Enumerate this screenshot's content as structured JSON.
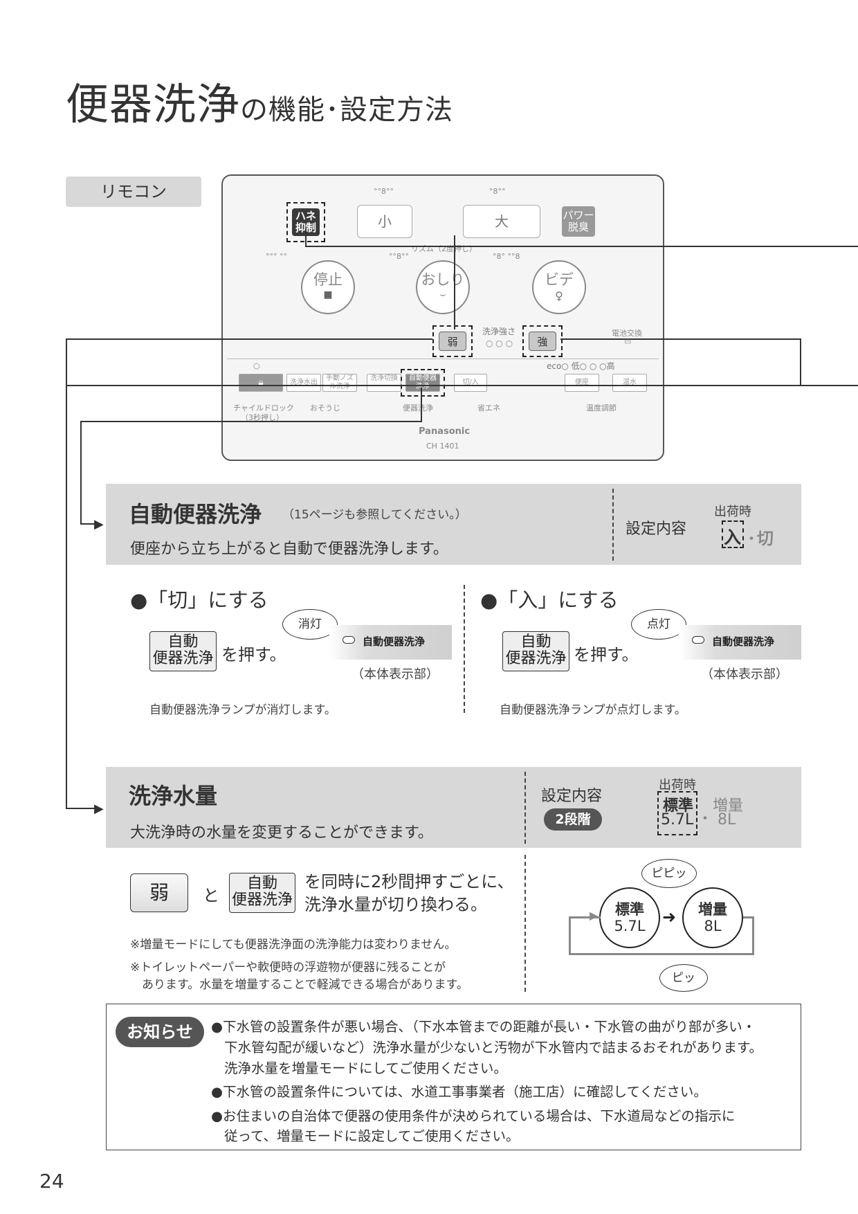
{
  "page": {
    "title_main": "便器洗浄",
    "title_sub": "の機能･設定方法",
    "page_number": "24"
  },
  "remote": {
    "tab_label": "リモコン",
    "btn_hane": "ハネ抑制",
    "btn_small": "小",
    "btn_large": "大",
    "btn_power": "パワー脱臭",
    "rhythm_label": "リズム（2度押し）",
    "btn_stop": "停止",
    "btn_oshiri": "おしり",
    "btn_bidet": "ビデ",
    "btn_weak": "弱",
    "strength_label": "洗浄強さ",
    "btn_strong": "強",
    "battery_label": "電池交換",
    "eco_label": "eco○ 低○ ○ ○高",
    "btn_clean_out": "洗浄水出",
    "btn_manual_nozzle": "手動ノズル洗浄",
    "btn_flush_switch": "洗浄切換",
    "btn_auto_flush": "自動便器洗浄",
    "btn_setsuden": "切/入",
    "btn_seat": "便座",
    "btn_water": "温水",
    "label_child_lock": "チャイルドロック",
    "label_child_lock_sub": "（3秒押し）",
    "label_cleaning": "おそうじ",
    "label_flush": "便器洗浄",
    "label_eco": "省エネ",
    "label_temp": "温度調節",
    "brand": "Panasonic",
    "model": "CH 1401"
  },
  "section1": {
    "heading": "自動便器洗浄",
    "heading_note": "（15ページも参照してください。）",
    "description": "便座から立ち上がると自動で便器洗浄します。",
    "setting_label": "設定内容",
    "factory_label": "出荷時",
    "option_on": "入",
    "option_sep": "・",
    "option_off": "切",
    "off_heading": "●「切」にする",
    "on_heading": "●「入」にする",
    "btn_line1": "自動",
    "btn_line2": "便器洗浄",
    "press_text": "を押す。",
    "bubble_off": "消灯",
    "bubble_on": "点灯",
    "lamp_label": "自動便器洗浄",
    "unit_display": "（本体表示部）",
    "off_result": "自動便器洗浄ランプが消灯します。",
    "on_result": "自動便器洗浄ランプが点灯します。"
  },
  "section2": {
    "heading": "洗浄水量",
    "description": "大洗浄時の水量を変更することができます。",
    "setting_label": "設定内容",
    "steps_badge": "2段階",
    "factory_label": "出荷時",
    "std_line1": "標準",
    "std_line2": "5.7L",
    "option_sep": "・",
    "inc_line1": "増量",
    "inc_line2": "8L",
    "btn_weak": "弱",
    "and_text": "と",
    "btn_line1": "自動",
    "btn_line2": "便器洗浄",
    "instr_line1": "を同時に2秒間押すごとに、",
    "instr_line2": "洗浄水量が切り換わる。",
    "note1": "※増量モードにしても便器洗浄面の洗浄能力は変わりません。",
    "note2_line1": "※トイレットペーパーや軟便時の浮遊物が便器に残ることが",
    "note2_line2": "あります。水量を増量することで軽減できる場合があります。",
    "beep_up": "ピピッ",
    "beep_down": "ピッ"
  },
  "notice": {
    "badge": "お知らせ",
    "p1_line1": "●下水管の設置条件が悪い場合、（下水本管までの距離が長い・下水管の曲がり部が多い・",
    "p1_line2": "下水管勾配が緩いなど）洗浄水量が少ないと汚物が下水管内で詰まるおそれがあります。",
    "p1_line3": "洗浄水量を増量モードにしてご使用ください。",
    "p2": "●下水管の設置条件については、水道工事事業者（施工店）に確認してください。",
    "p3_line1": "●お住まいの自治体で便器の使用条件が決められている場合は、下水道局などの指示に",
    "p3_line2": "従って、増量モードに設定してご使用ください。"
  }
}
